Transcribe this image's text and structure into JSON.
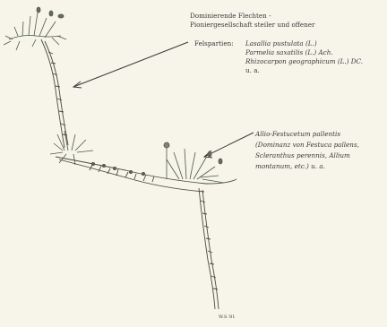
{
  "labels": {
    "top_line1": "Dominierende Flechten -",
    "top_line2": "Pioniergesellschaft steiler und offener",
    "fels_label": "Felspartien:",
    "species": [
      "Lasallia pustulata (L.)",
      "Parmelia saxatilis (L.) Ach.",
      "Rhizocarpon geographicum (L.) DC.",
      "u. a."
    ],
    "bottom_line1": "Allio-Festucetum pallentis",
    "bottom_line2": "(Dominanz von Festuca pallens,",
    "bottom_line3": "Scleranthus perennis, Allium",
    "bottom_line4": "montanum, etc.) u. a.",
    "signature": "W.S.'81"
  },
  "colors": {
    "background": "#f7f4ea",
    "ink": "#3a3a3a"
  }
}
